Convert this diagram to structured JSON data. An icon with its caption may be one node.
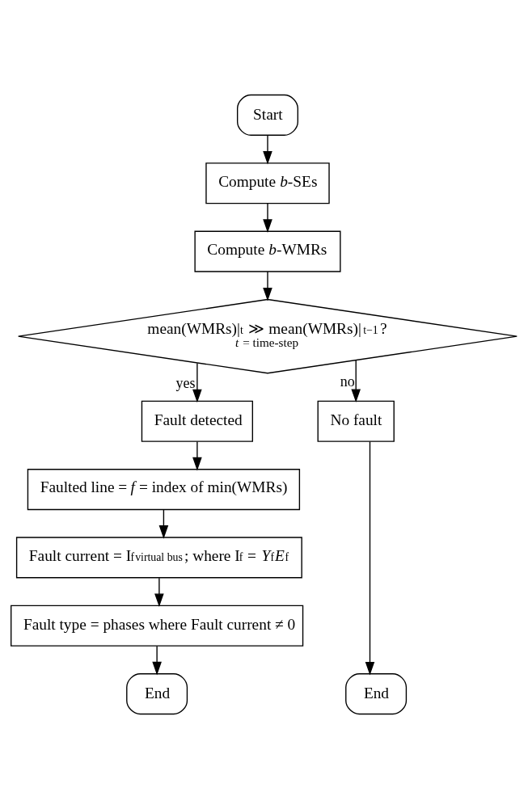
{
  "diagram": {
    "nodes": [
      {
        "text": [
          "Start"
        ]
      },
      {
        "text": [
          "Compute *b*-SEs"
        ]
      },
      {
        "text": [
          "Compute *b*-WMRs"
        ]
      },
      {
        "text": [
          "mean(WMRs)|$_{t}$ ≫ mean(WMRs)|$_{t−1}$?",
          "*t* = time-step"
        ]
      },
      {
        "text": [
          "Fault detected"
        ]
      },
      {
        "text": [
          "No fault"
        ]
      },
      {
        "text": [
          "Faulted line = *f* = index of min(WMRs)"
        ]
      },
      {
        "text": [
          "Fault current = I$^{f}$$_{virtual bus}$; where I$^{f}$ = *Y*$^{f}$*E*$^{f}$"
        ]
      },
      {
        "text": [
          "Fault type = phases where Fault current ≠ 0"
        ]
      },
      {
        "text": [
          "End"
        ]
      },
      {
        "text": [
          "End"
        ]
      }
    ],
    "edges": [
      {
        "from": 0,
        "to": 1,
        "arrow": "to"
      },
      {
        "from": 1,
        "to": 2,
        "arrow": "to"
      },
      {
        "from": 2,
        "to": 3,
        "arrow": "to"
      },
      {
        "from": 3,
        "to": 4,
        "arrow": "to",
        "label": "yes"
      },
      {
        "from": 3,
        "to": 5,
        "arrow": "to",
        "label": "no"
      },
      {
        "from": 4,
        "to": 6,
        "arrow": "to"
      },
      {
        "from": 6,
        "to": 7,
        "arrow": "to"
      },
      {
        "from": 7,
        "to": 8,
        "arrow": "to"
      },
      {
        "from": 8,
        "to": 9,
        "arrow": "to"
      },
      {
        "from": 5,
        "to": 10,
        "arrow": "to"
      }
    ]
  }
}
